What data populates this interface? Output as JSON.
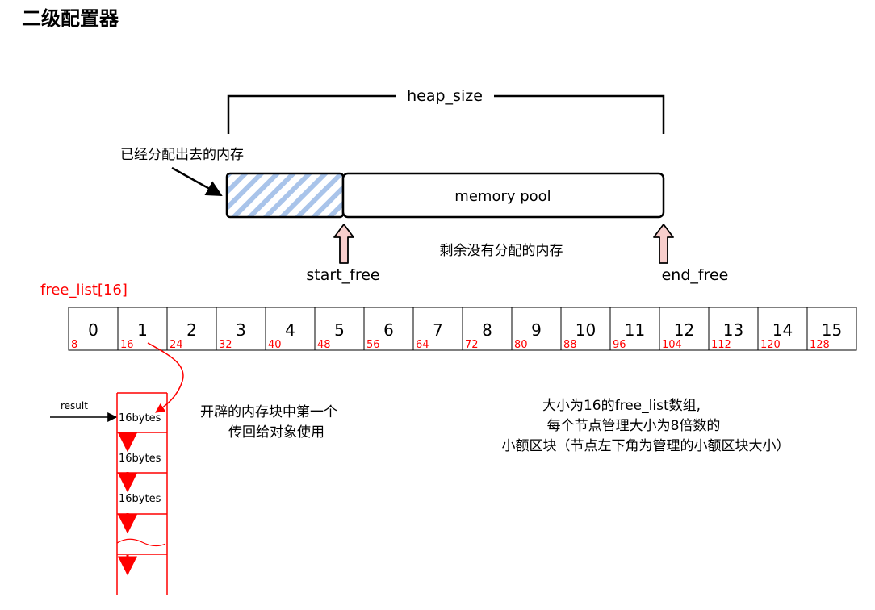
{
  "page": {
    "title": "二级配置器"
  },
  "pool": {
    "heap_size_label": "heap_size",
    "allocated_label": "已经分配出去的内存",
    "pool_label": "memory pool",
    "unallocated_label": "剩余没有分配的内存",
    "start_label": "start_free",
    "end_label": "end_free"
  },
  "free_list": {
    "label": "free_list[16]",
    "slots": [
      {
        "index": "0",
        "size": "8"
      },
      {
        "index": "1",
        "size": "16"
      },
      {
        "index": "2",
        "size": "24"
      },
      {
        "index": "3",
        "size": "32"
      },
      {
        "index": "4",
        "size": "40"
      },
      {
        "index": "5",
        "size": "48"
      },
      {
        "index": "6",
        "size": "56"
      },
      {
        "index": "7",
        "size": "64"
      },
      {
        "index": "8",
        "size": "72"
      },
      {
        "index": "9",
        "size": "80"
      },
      {
        "index": "10",
        "size": "88"
      },
      {
        "index": "11",
        "size": "96"
      },
      {
        "index": "12",
        "size": "104"
      },
      {
        "index": "13",
        "size": "112"
      },
      {
        "index": "14",
        "size": "120"
      },
      {
        "index": "15",
        "size": "128"
      }
    ]
  },
  "chain": {
    "result_label": "result",
    "block_labels": [
      "16bytes",
      "16bytes",
      "16bytes"
    ]
  },
  "notes": {
    "chain_note": [
      "开辟的内存块中第一个",
      "传回给对象使用"
    ],
    "array_note": [
      "大小为16的free_list数组,",
      "每个节点管理大小为8倍数的",
      "小额区块（节点左下角为管理的小额区块大小）"
    ]
  },
  "colors": {
    "red": "#ff0000",
    "hatch": "#a9c4ea",
    "arrow_fill": "#f8cecc"
  }
}
